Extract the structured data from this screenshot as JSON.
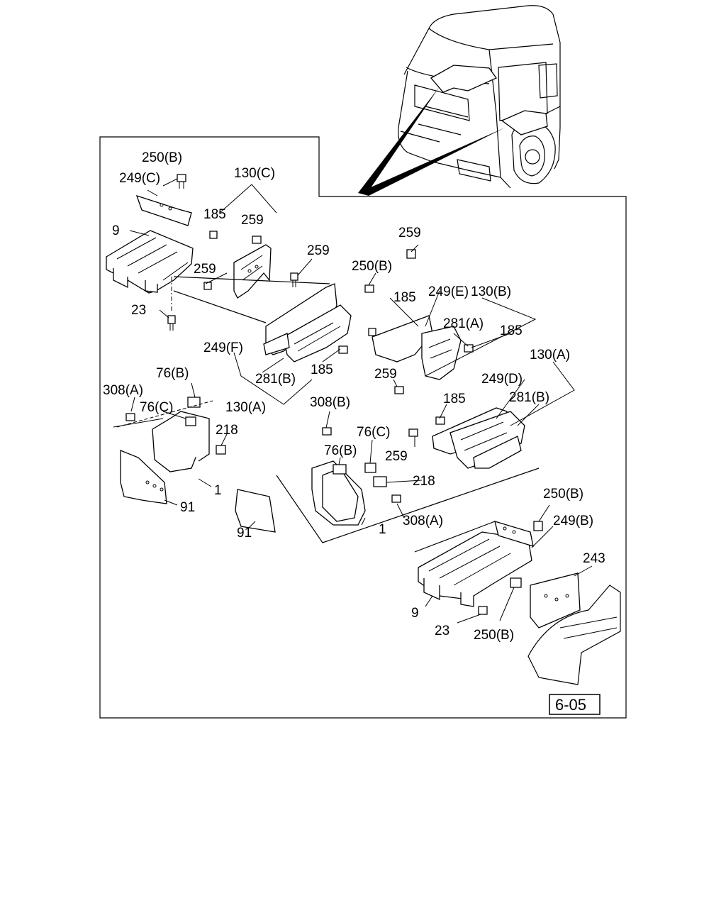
{
  "diagram": {
    "reference_box": "6-05",
    "callouts": [
      "250(B)",
      "249(C)",
      "130(C)",
      "185",
      "259",
      "9",
      "259",
      "259",
      "23",
      "249(F)",
      "281(B)",
      "185",
      "130(A)",
      "76(B)",
      "308(A)",
      "76(C)",
      "218",
      "1",
      "91",
      "259",
      "250(B)",
      "130(B)",
      "185",
      "249(E)",
      "281(A)",
      "185",
      "259",
      "130(A)",
      "249(D)",
      "281(B)",
      "185",
      "308(B)",
      "76(C)",
      "76(B)",
      "259",
      "218",
      "308(A)",
      "1",
      "91",
      "250(B)",
      "249(B)",
      "243",
      "9",
      "23",
      "250(B)"
    ]
  }
}
